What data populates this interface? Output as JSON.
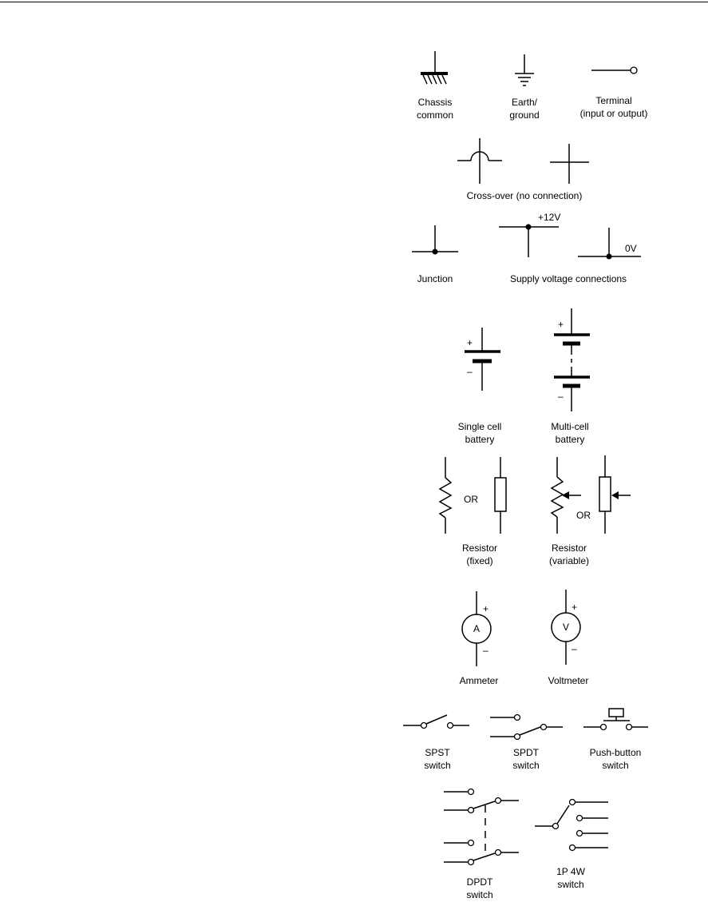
{
  "symbols": {
    "chassis_common": {
      "line1": "Chassis",
      "line2": "common"
    },
    "earth_ground": {
      "line1": "Earth/",
      "line2": "ground"
    },
    "terminal": {
      "line1": "Terminal",
      "line2": "(input or output)"
    },
    "crossover": {
      "label": "Cross-over (no connection)"
    },
    "junction": {
      "label": "Junction"
    },
    "supply": {
      "label": "Supply voltage connections",
      "plus12v": "+12V",
      "zero_v": "0V"
    },
    "single_cell_battery": {
      "line1": "Single cell",
      "line2": "battery",
      "plus": "+",
      "minus": "–"
    },
    "multi_cell_battery": {
      "line1": "Multi-cell",
      "line2": "battery",
      "plus": "+",
      "minus": "–"
    },
    "resistor_fixed": {
      "line1": "Resistor",
      "line2": "(fixed)",
      "or": "OR"
    },
    "resistor_variable": {
      "line1": "Resistor",
      "line2": "(variable)",
      "or": "OR"
    },
    "ammeter": {
      "label": "Ammeter",
      "letter": "A",
      "plus": "+",
      "minus": "–"
    },
    "voltmeter": {
      "label": "Voltmeter",
      "letter": "V",
      "plus": "+",
      "minus": "–"
    },
    "spst": {
      "line1": "SPST",
      "line2": "switch"
    },
    "spdt": {
      "line1": "SPDT",
      "line2": "switch"
    },
    "push_button": {
      "line1": "Push-button",
      "line2": "switch"
    },
    "dpdt": {
      "line1": "DPDT",
      "line2": "switch"
    },
    "one_p_four_w": {
      "line1": "1P 4W",
      "line2": "switch"
    }
  }
}
